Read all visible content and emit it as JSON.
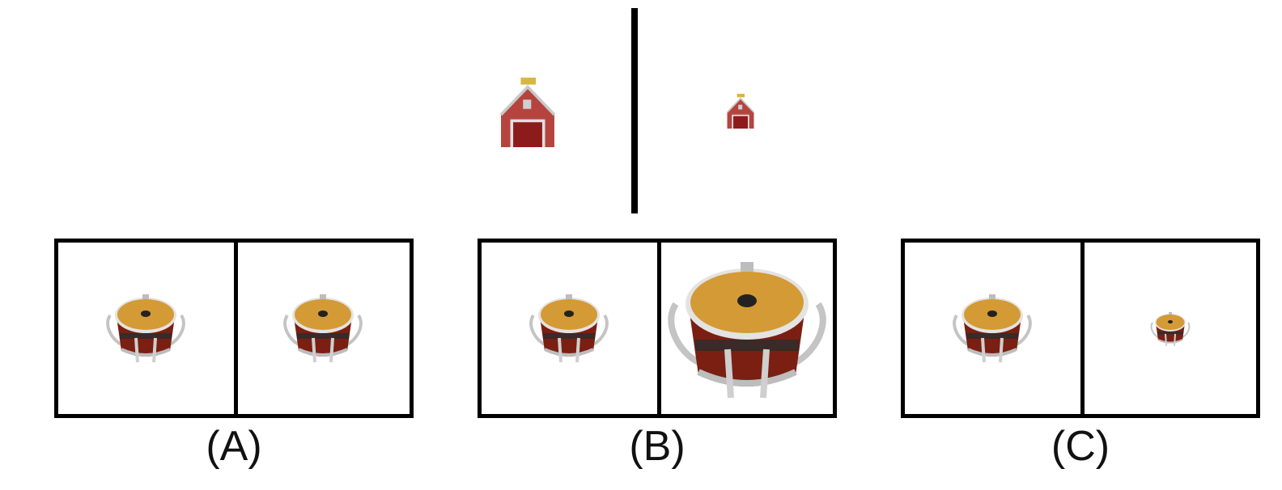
{
  "example": {
    "left_icon": "barn-icon",
    "right_icon": "barn-icon"
  },
  "options": [
    {
      "label": "(A)",
      "left_icon": "drum-icon",
      "right_icon": "drum-icon"
    },
    {
      "label": "(B)",
      "left_icon": "drum-icon",
      "right_icon": "drum-icon"
    },
    {
      "label": "(C)",
      "left_icon": "drum-icon",
      "right_icon": "drum-icon"
    }
  ],
  "colors": {
    "barn_red": "#b5443f",
    "drum_head": "#d49a35",
    "drum_body": "#7a1f12",
    "rim": "#d8d8d8"
  }
}
